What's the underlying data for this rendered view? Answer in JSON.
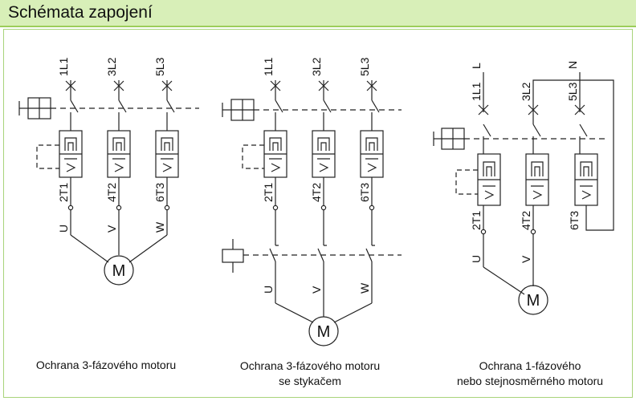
{
  "header": {
    "title": "Schémata zapojení"
  },
  "colors": {
    "header_bg": "#d8efb8",
    "header_border": "#9ccd5a",
    "panel_border": "#a8d47a",
    "line": "#222222"
  },
  "diagrams": [
    {
      "caption": "Ochrana 3-fázového motoru",
      "inputs": [
        "1L1",
        "3L2",
        "5L3"
      ],
      "outputs": [
        "2T1",
        "4T2",
        "6T3"
      ],
      "terminals": [
        "U",
        "V",
        "W"
      ],
      "motor": "M"
    },
    {
      "caption_line1": "Ochrana 3-fázového motoru",
      "caption_line2": "se stykačem",
      "inputs": [
        "1L1",
        "3L2",
        "5L3"
      ],
      "outputs": [
        "2T1",
        "4T2",
        "6T3"
      ],
      "terminals": [
        "U",
        "V",
        "W"
      ],
      "motor": "M"
    },
    {
      "caption_line1": "Ochrana 1-fázového",
      "caption_line2": "nebo stejnosměrného motoru",
      "supply": [
        "L",
        "N"
      ],
      "inputs": [
        "1L1",
        "3L2",
        "5L3"
      ],
      "outputs": [
        "2T1",
        "4T2",
        "6T3"
      ],
      "terminals": [
        "U",
        "V"
      ],
      "motor": "M"
    }
  ]
}
